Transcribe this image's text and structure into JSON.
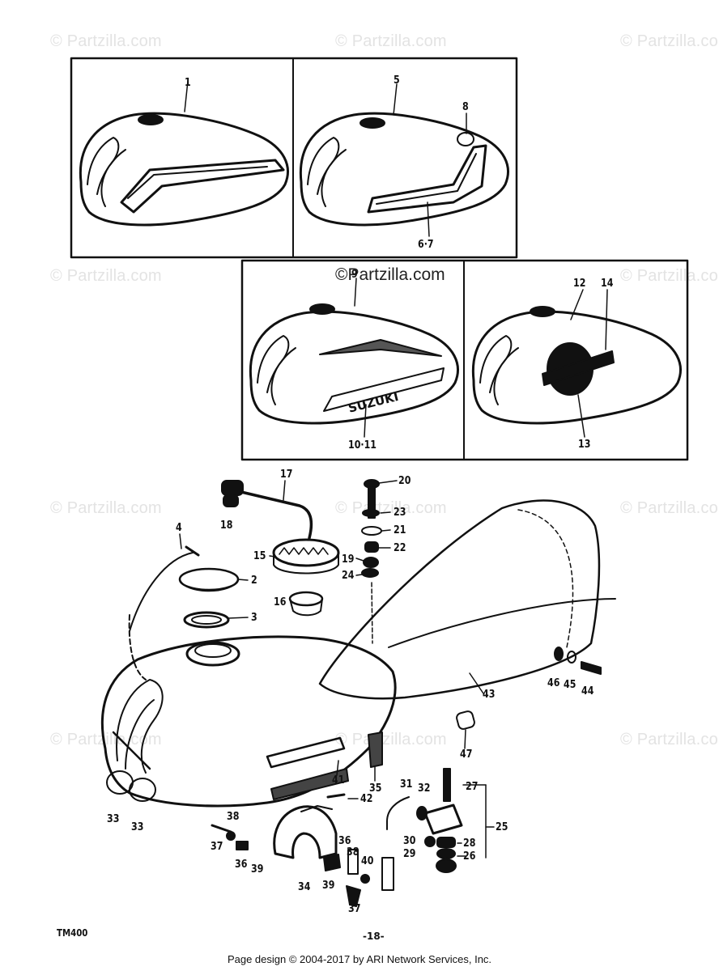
{
  "watermark_text": "© Partzilla.com",
  "center_watermark": "©Partzilla.com",
  "tank_badge_text": "SUZUKI",
  "drawing_code": "TM400",
  "page_number": "-18-",
  "footer": "Page design © 2004-2017 by ARI Network Services, Inc.",
  "labels": {
    "l1": "1",
    "l5": "5",
    "l8": "8",
    "l6_7": "6·7",
    "l9": "9",
    "l10_11": "10·11",
    "l12": "12",
    "l14": "14",
    "l13": "13",
    "l17": "17",
    "l18": "18",
    "l4": "4",
    "l15": "15",
    "l2": "2",
    "l3": "3",
    "l16": "16",
    "l20": "20",
    "l23": "23",
    "l21": "21",
    "l22": "22",
    "l19": "19",
    "l24": "24",
    "l43": "43",
    "l46": "46",
    "l45": "45",
    "l44": "44",
    "l47": "47",
    "l35": "35",
    "l41": "41",
    "l42": "42",
    "l33a": "33",
    "l33b": "33",
    "l38": "38",
    "l37a": "37",
    "l36a": "36",
    "l39a": "39",
    "l34": "34",
    "l36b": "36",
    "l39b": "39",
    "l38b": "38",
    "l40": "40",
    "l37b": "37",
    "l31": "31",
    "l32": "32",
    "l27": "27",
    "l25": "25",
    "l30": "30",
    "l28": "28",
    "l29": "29",
    "l26": "26"
  }
}
